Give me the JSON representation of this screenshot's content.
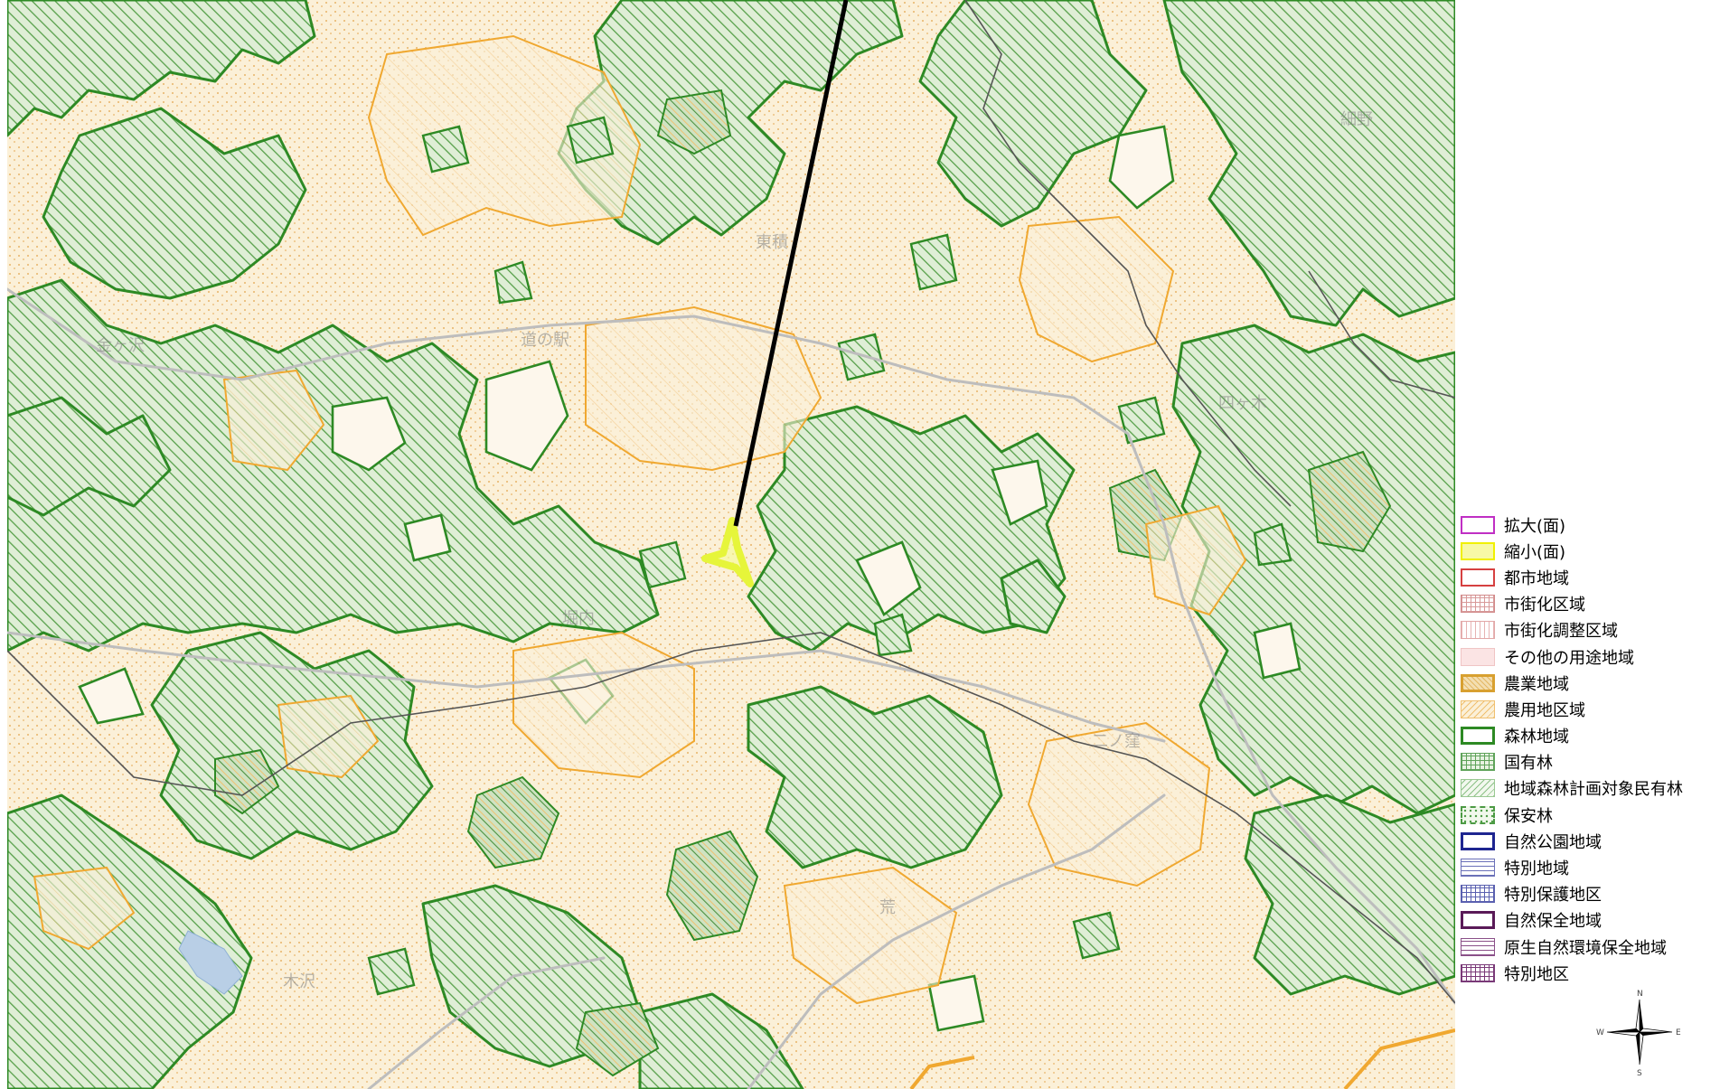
{
  "colors": {
    "agri_fill": "#fbf0d8",
    "agri_line": "#f0a830",
    "forest_fill": "#dfeed6",
    "forest_hatch": "#57a04a",
    "forest_line": "#2d8a24",
    "road": "#b9b9b9",
    "boundary": "#555555",
    "water": "#b9cfe6",
    "yellow_marker": "#e6f53a"
  },
  "map": {
    "place_labels": [
      "金ヶ沢",
      "道の駅",
      "東積",
      "細野",
      "四ヶ木",
      "堀内",
      "二ノ窪",
      "荒",
      "木沢"
    ],
    "pointer_line": "black-leader-line",
    "marker": "yellow-reduced-area-outline"
  },
  "legend": {
    "items": [
      {
        "key": "kakudai",
        "label": "拡大(面)",
        "icon": "magenta-outline-swatch"
      },
      {
        "key": "shukusho",
        "label": "縮小(面)",
        "icon": "yellow-fill-swatch"
      },
      {
        "key": "toshi",
        "label": "都市地域",
        "icon": "red-outline-swatch"
      },
      {
        "key": "shigaika",
        "label": "市街化区域",
        "icon": "red-grid-swatch"
      },
      {
        "key": "chosei",
        "label": "市街化調整区域",
        "icon": "pink-vertical-lines-swatch"
      },
      {
        "key": "yoto",
        "label": "その他の用途地域",
        "icon": "pink-fill-swatch"
      },
      {
        "key": "nogyo",
        "label": "農業地域",
        "icon": "orange-outline-swatch"
      },
      {
        "key": "noyo",
        "label": "農用地区域",
        "icon": "orange-hatch-swatch"
      },
      {
        "key": "shinrin",
        "label": "森林地域",
        "icon": "green-outline-swatch"
      },
      {
        "key": "kokuyu",
        "label": "国有林",
        "icon": "green-grid-swatch"
      },
      {
        "key": "minyu",
        "label": "地域森林計画対象民有林",
        "icon": "green-hatch-swatch"
      },
      {
        "key": "hoan",
        "label": "保安林",
        "icon": "green-dot-swatch"
      },
      {
        "key": "koen",
        "label": "自然公園地域",
        "icon": "navy-outline-swatch"
      },
      {
        "key": "tokubetsu",
        "label": "特別地域",
        "icon": "navy-horizontal-lines-swatch"
      },
      {
        "key": "hogo",
        "label": "特別保護地区",
        "icon": "navy-grid-swatch"
      },
      {
        "key": "hozen",
        "label": "自然保全地域",
        "icon": "purple-outline-swatch"
      },
      {
        "key": "gensei",
        "label": "原生自然環境保全地域",
        "icon": "purple-horizontal-lines-swatch"
      },
      {
        "key": "tokubetsu_chiku",
        "label": "特別地区",
        "icon": "purple-grid-swatch"
      }
    ]
  },
  "compass": {
    "n": "N",
    "e": "E",
    "s": "S",
    "w": "W",
    "icon": "north-arrow-compass-icon"
  }
}
